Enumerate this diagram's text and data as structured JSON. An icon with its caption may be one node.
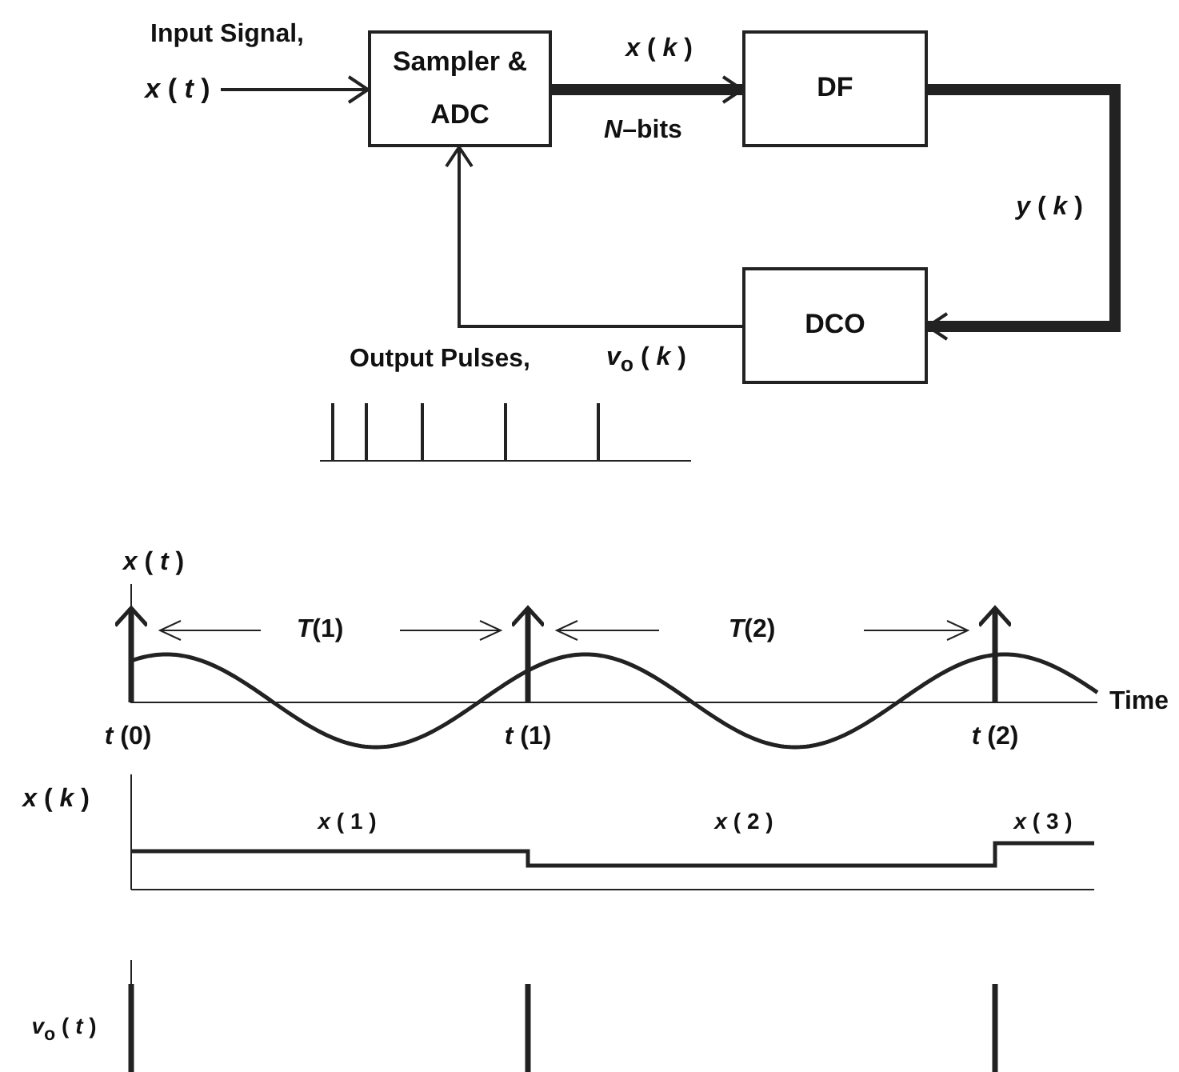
{
  "diagram": {
    "nodes": [
      {
        "text": [
          "Sampler & ADC"
        ]
      },
      {
        "text": [
          "DF"
        ]
      },
      {
        "text": [
          "DCO"
        ]
      },
      {
        "text": [
          "*x* ( *t* )"
        ],
        "beside": [
          "Input Signal,"
        ]
      }
    ],
    "edges": [
      {
        "from": 3,
        "to": 0,
        "arrow": "to"
      },
      {
        "from": 0,
        "to": 1,
        "arrow": "to",
        "style": "thick",
        "label": "*x* ( *k* )"
      },
      {
        "from": 1,
        "to": 2,
        "arrow": "to",
        "style": "thick",
        "label": "*y* ( *k* )"
      },
      {
        "from": 2,
        "to": 0,
        "arrow": "to"
      }
    ],
    "labels": [
      "*N*–bits",
      "Output Pulses,",
      "*v*$_{o}$ ( *k* )",
      "*x* ( *t* )",
      "*T*(1)",
      "*T*(2)",
      "Time",
      "*t* (0)",
      "*t* (1)",
      "*t* (2)",
      "*x* ( *k* )",
      "*x* ( 1 )",
      "*x* ( 2 )",
      "*x* ( 3 )",
      "*v*$_{o}$ ( *t* )"
    ]
  }
}
